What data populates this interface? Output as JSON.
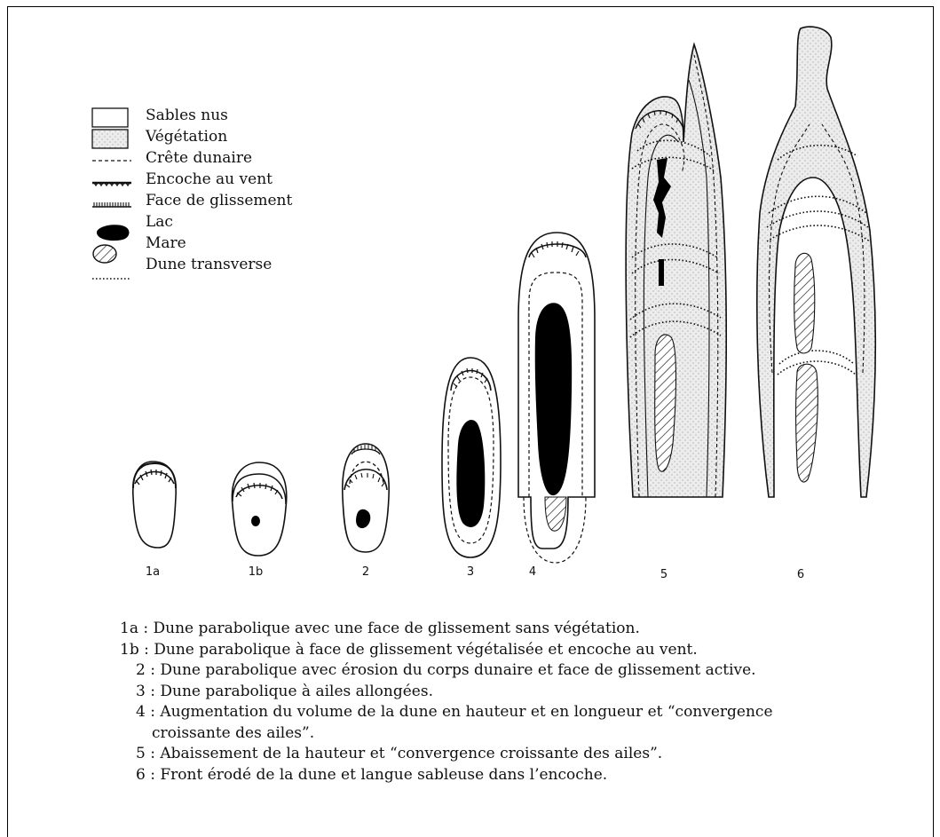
{
  "legend": [
    {
      "symbol": "sables-nus",
      "label": "Sables nus"
    },
    {
      "symbol": "vegetation",
      "label": "Végétation"
    },
    {
      "symbol": "crete-dunaire",
      "label": "Crête dunaire"
    },
    {
      "symbol": "encoche-au-vent",
      "label": "Encoche au vent"
    },
    {
      "symbol": "face-de-glissement",
      "label": "Face de glissement"
    },
    {
      "symbol": "lac",
      "label": "Lac"
    },
    {
      "symbol": "mare",
      "label": "Mare"
    },
    {
      "symbol": "dune-transverse",
      "label": "Dune transverse"
    }
  ],
  "stages": [
    "1a",
    "1b",
    "2",
    "3",
    "4",
    "5",
    "6"
  ],
  "captions": [
    {
      "num": "1a",
      "text": "Dune parabolique avec une face de glissement sans végétation."
    },
    {
      "num": "1b",
      "text": "Dune parabolique à face de glissement végétalisée et encoche au vent."
    },
    {
      "num": "2",
      "text": "Dune parabolique avec érosion du corps dunaire et face de glissement active."
    },
    {
      "num": "3",
      "text": "Dune parabolique à ailes allongées."
    },
    {
      "num": "4",
      "text": "Augmentation du volume de la dune en hauteur et en longueur et “convergence",
      "cont": "croissante des ailes”."
    },
    {
      "num": "5",
      "text": "Abaissement de la hauteur et “convergence croissante des ailes”."
    },
    {
      "num": "6",
      "text": "Front érodé de la dune et langue sableuse dans l’encoche."
    }
  ],
  "colors": {
    "ink": "#111111",
    "vegetation": "#e6e6e6",
    "background": "#ffffff"
  }
}
